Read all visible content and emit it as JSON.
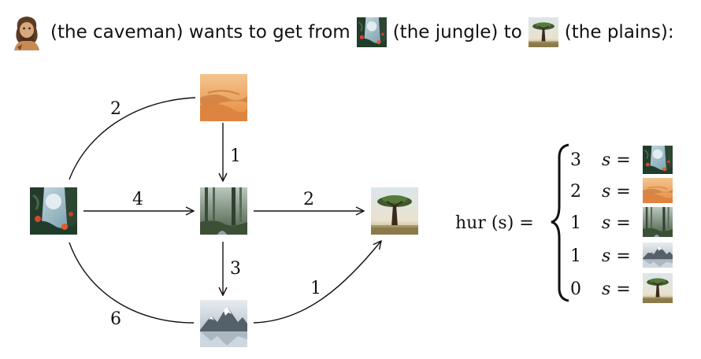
{
  "title": {
    "part1": "(the caveman) wants to get from",
    "part2": "(the jungle) to",
    "part3": "(the plains):"
  },
  "icons": {
    "caveman": "caveman-icon",
    "jungle": "jungle-tile",
    "desert": "desert-tile",
    "forest": "forest-tile",
    "mountains": "mountains-tile",
    "plains": "plains-tile"
  },
  "edges": {
    "jungle_desert": "2",
    "desert_forest": "1",
    "jungle_forest": "4",
    "forest_plains": "2",
    "forest_mountains": "3",
    "jungle_mountains": "6",
    "mountains_plains": "1"
  },
  "heuristic": {
    "lhs": "hur (s) =",
    "var": "s =",
    "rows": [
      {
        "value": "3",
        "tile": "jungle"
      },
      {
        "value": "2",
        "tile": "desert"
      },
      {
        "value": "1",
        "tile": "forest"
      },
      {
        "value": "1",
        "tile": "mountains"
      },
      {
        "value": "0",
        "tile": "plains"
      }
    ]
  }
}
